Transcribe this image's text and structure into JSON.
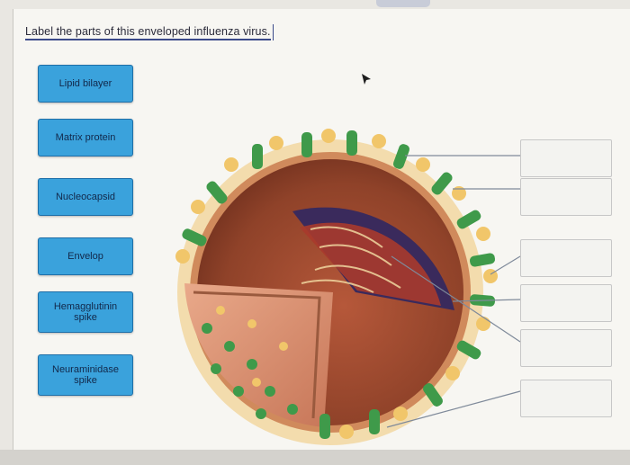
{
  "question": {
    "text": "Label the parts of this enveloped influenza virus."
  },
  "labels": [
    {
      "text": "Lipid bilayer"
    },
    {
      "text": "Matrix protein"
    },
    {
      "text": "Nucleocapsid"
    },
    {
      "text": "Envelop"
    },
    {
      "text": "Hemagglutinin spike"
    },
    {
      "text": "Neuraminidase spike"
    }
  ],
  "drop_targets_count_note": "",
  "colors": {
    "label_bg": "#3aa2dc",
    "label_border": "#1f6fa8",
    "virus_interior": "#9c4a30",
    "spike_green": "#3f9a4a",
    "spike_yellow": "#f1c66a"
  },
  "icons": {
    "pointer": "cursor-arrow-icon"
  }
}
